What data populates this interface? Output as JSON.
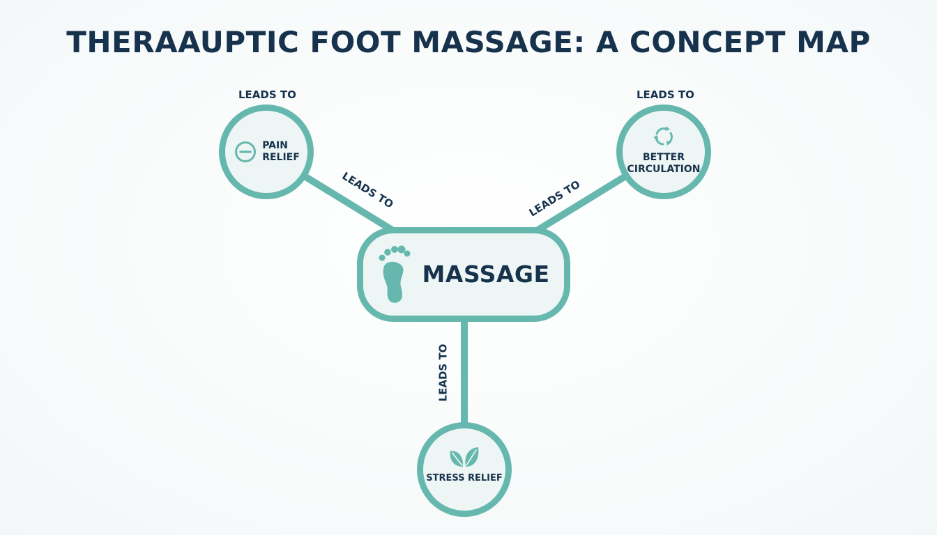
{
  "title": "THERAAUPTIC FOOT MASSAGE: A CONCEPT MAP",
  "colors": {
    "accent": "#66b8ae",
    "node_fill": "#eef6f5",
    "text": "#17324d"
  },
  "center": {
    "label": "MASSAGE",
    "icon": "footprint-icon"
  },
  "nodes": {
    "pain_relief": {
      "line1": "PAIN",
      "line2": "RELIEF",
      "icon": "minus-circle-icon",
      "top_label": "LEADS TO"
    },
    "better_circulation": {
      "line1": "BETTER",
      "line2": "CIRCULATION",
      "icon": "recycle-arrows-icon",
      "top_label": "LEADS TO"
    },
    "stress_relief": {
      "label": "STRESS RELIEF",
      "icon": "leaf-icon"
    }
  },
  "edges": {
    "to_pain_relief": "LEADS TO",
    "to_better_circulation": "LEADS TO",
    "to_stress_relief": "LEADS TO"
  }
}
